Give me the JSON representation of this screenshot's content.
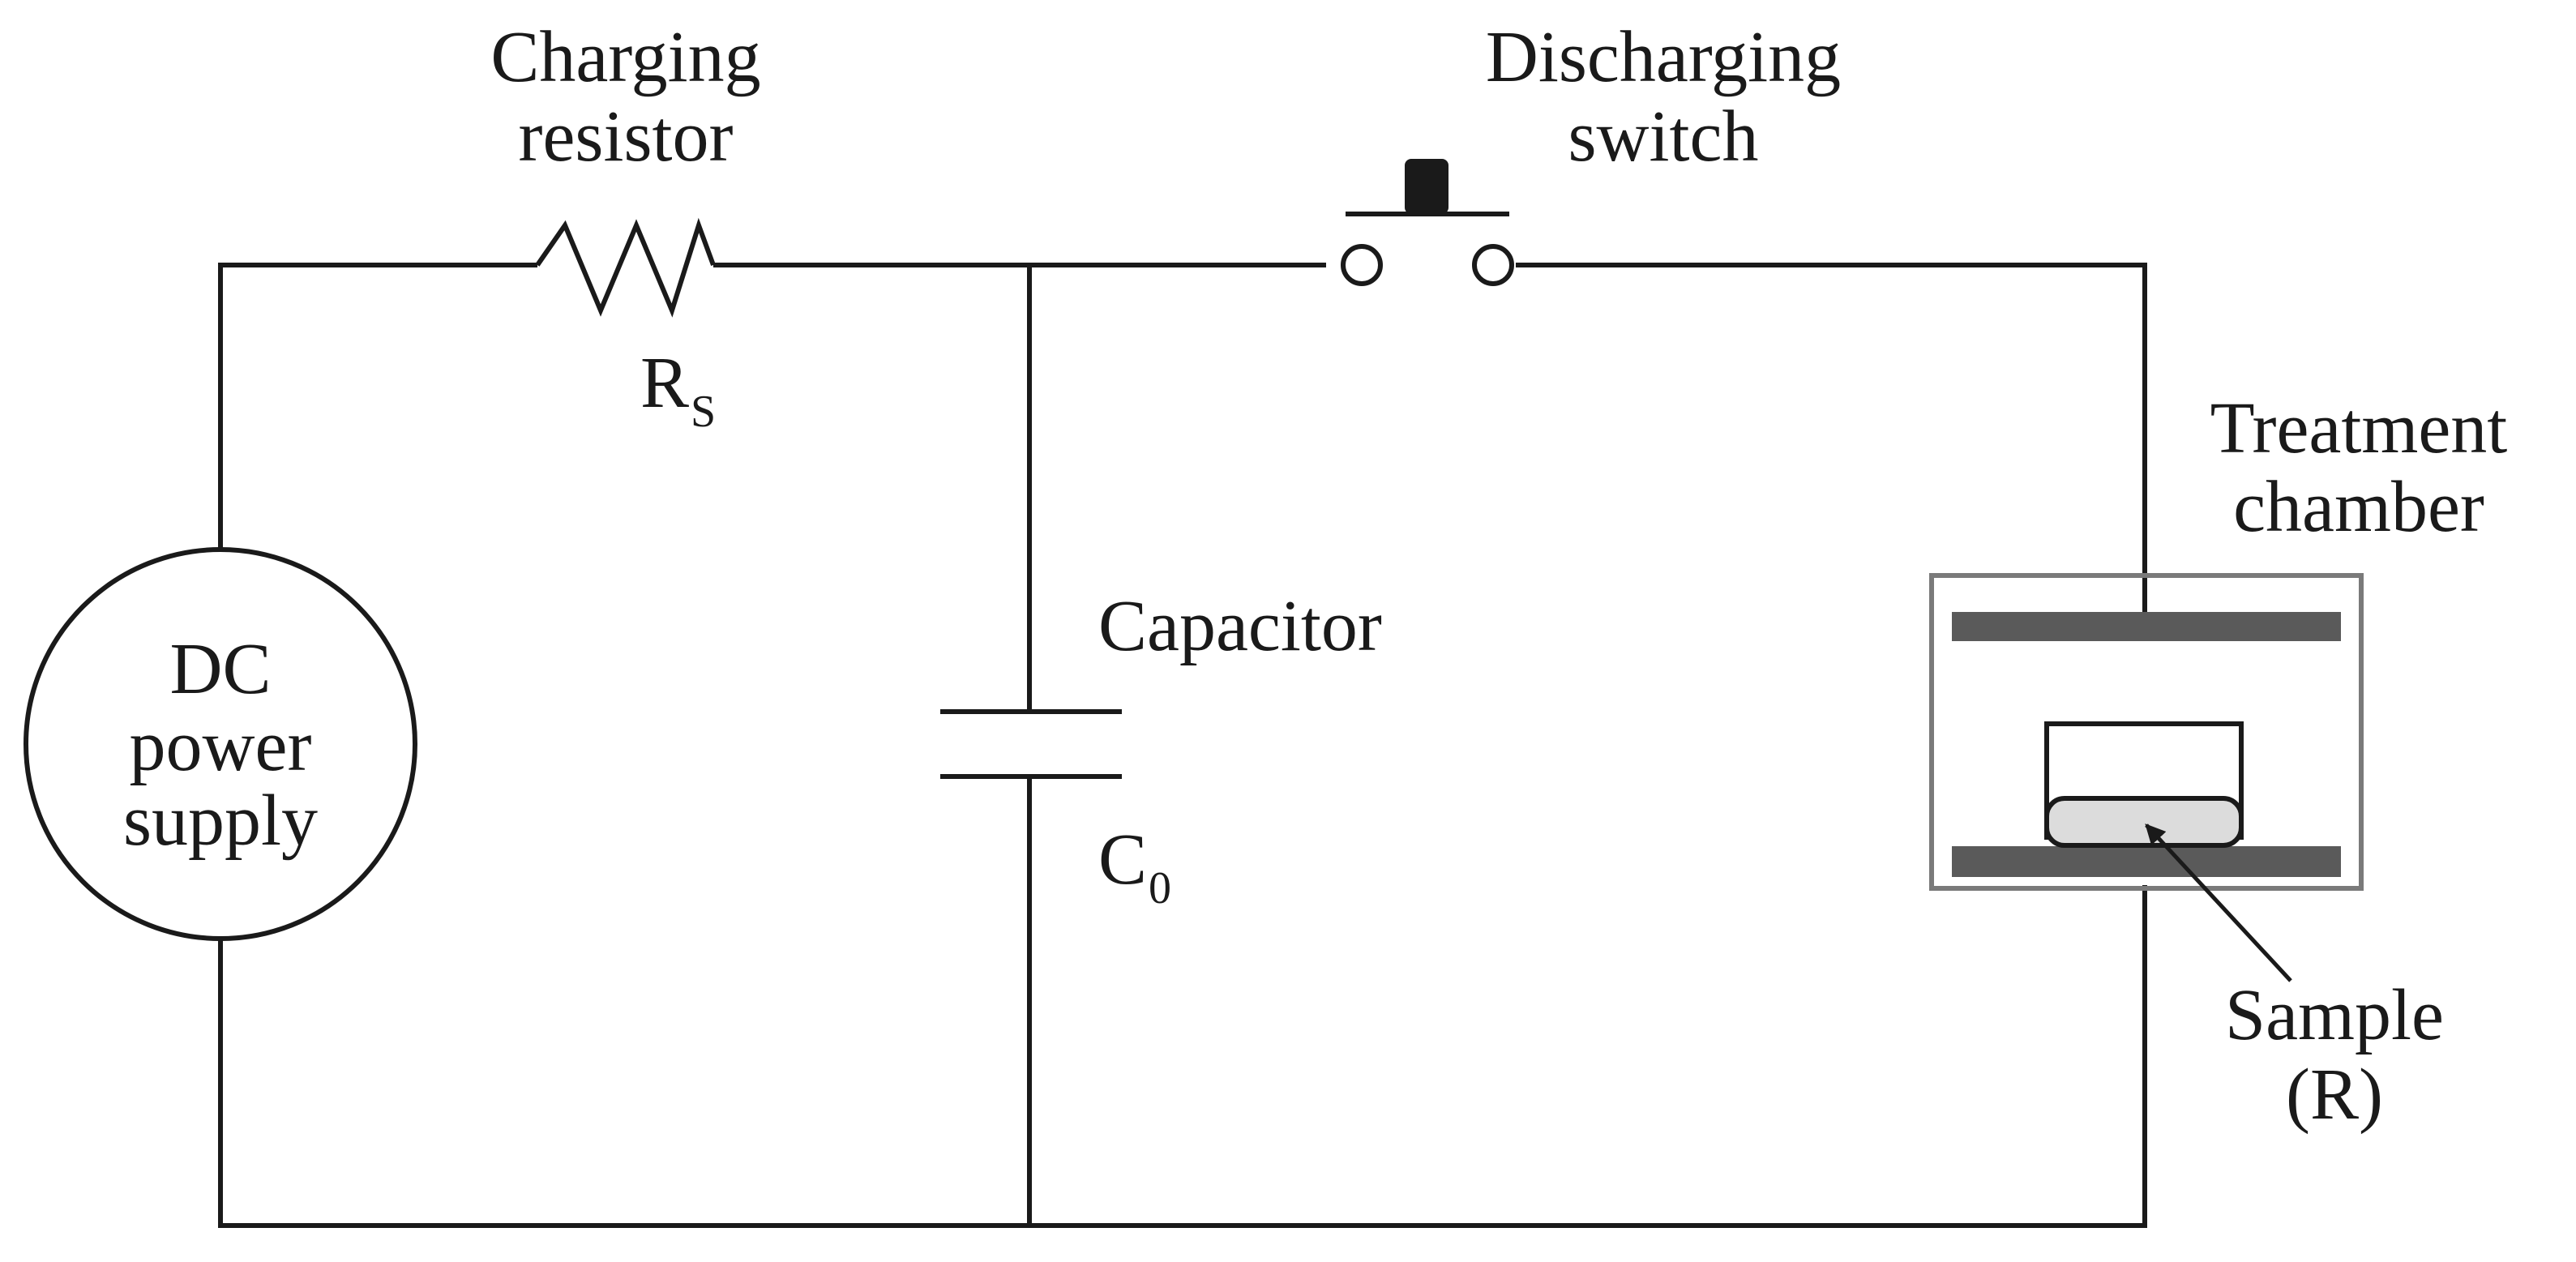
{
  "labels": {
    "resistor_title_line1": "Charging",
    "resistor_title_line2": "resistor",
    "resistor_symbol": "R",
    "resistor_symbol_sub": "S",
    "switch_title_line1": "Discharging",
    "switch_title_line2": "switch",
    "source_line1": "DC",
    "source_line2": "power",
    "source_line3": "supply",
    "capacitor_title": "Capacitor",
    "capacitor_symbol": "C",
    "capacitor_symbol_sub": "0",
    "chamber_title_line1": "Treatment",
    "chamber_title_line2": "chamber",
    "sample_line1": "Sample",
    "sample_line2": "(R)"
  },
  "colors": {
    "wire": "#1a1a1a",
    "electrode": "#5a5a5a",
    "chamber_border": "#7a7a7a",
    "sample_fill": "#dcdcdc",
    "background": "#ffffff"
  }
}
